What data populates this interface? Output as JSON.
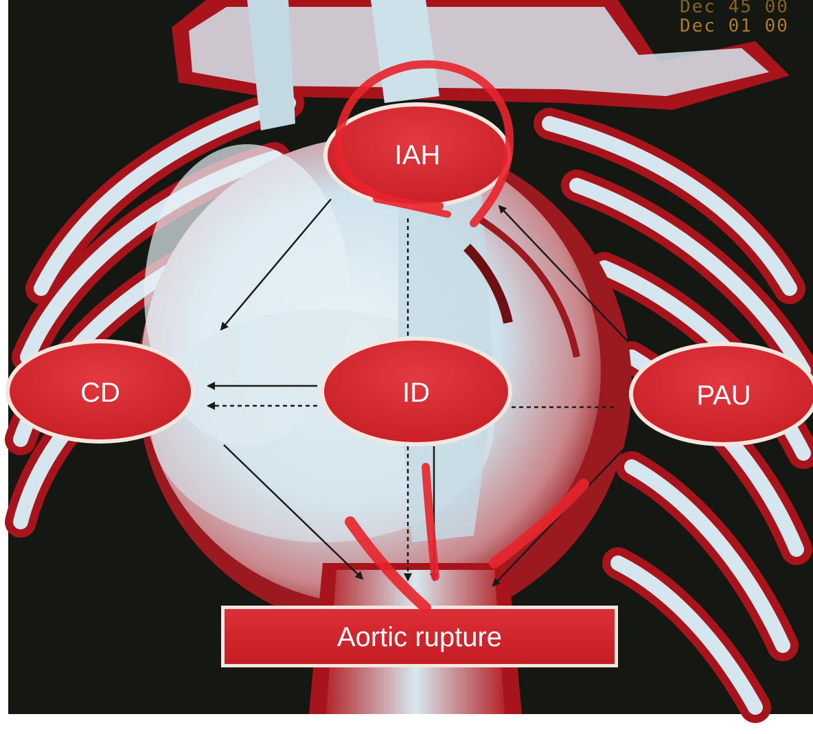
{
  "header": {
    "date_stamp": "Dec 01 00",
    "date_stamp_partial": "Dec 45 00"
  },
  "nodes": {
    "iah": "IAH",
    "cd": "CD",
    "id": "ID",
    "pau": "PAU",
    "rupture": "Aortic rupture"
  },
  "colors": {
    "node_fill": "#d7262e",
    "node_border": "#f3e6df",
    "arrow": "#1a1a1a",
    "annotation": "#e8242c",
    "background_dark": "#151812",
    "tissue_light": "#cfe2ec",
    "tissue_red": "#a8141c"
  }
}
